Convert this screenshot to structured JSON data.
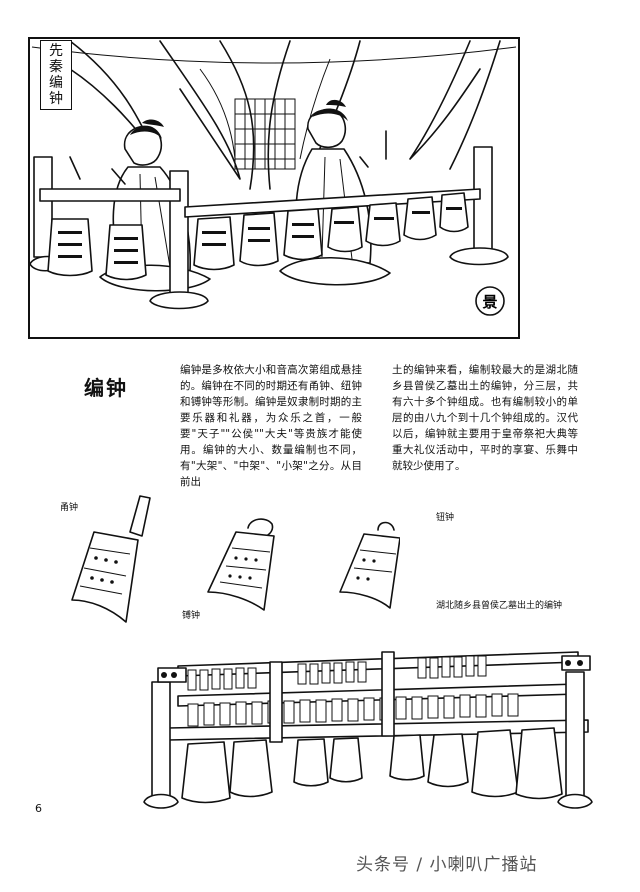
{
  "illustration_label": [
    "先",
    "秦",
    "编",
    "钟"
  ],
  "seal_text": "景",
  "section_title": "编钟",
  "body_col1": "编钟是多枚依大小和音高次第组成悬挂的。编钟在不同的时期还有甬钟、纽钟和镈钟等形制。编钟是奴隶制时期的主要乐器和礼器，为众乐之首，一般要\"天子\"\"公侯\"\"大夫\"等贵族才能使用。编钟的大小、数量编制也不同，有\"大架\"、\"中架\"、\"小架\"之分。从目前出",
  "body_col2": "土的编钟来看，编制较最大的是湖北随乡县曾侯乙墓出土的编钟，分三层，共有六十多个钟组成。也有编制较小的单层的由八九个到十几个钟组成的。汉代以后，编钟就主要用于皇帝祭祀大典等重大礼仪活动中，平时的享宴、乐舞中就较少使用了。",
  "captions": {
    "yong_zhong": "甬钟",
    "bo_zhong": "镈钟",
    "niu_zhong": "钮钟",
    "bottom_figure": "湖北随乡县曾侯乙墓出土的编钟"
  },
  "page_number": "6",
  "watermark": "头条号 / 小喇叭广播站"
}
